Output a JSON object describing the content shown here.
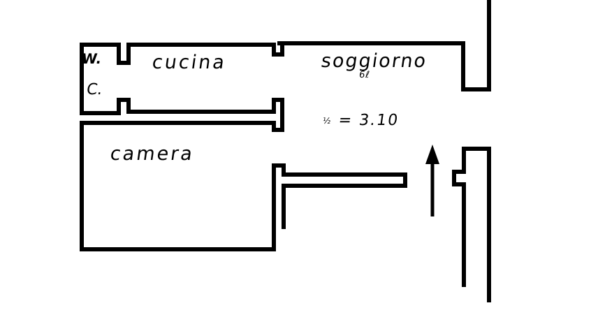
{
  "floorplan": {
    "rooms": [
      {
        "id": "cucina",
        "label": "cucina"
      },
      {
        "id": "soggiorno",
        "label": "soggiorno",
        "sublabel": "6ℓ"
      },
      {
        "id": "camera",
        "label": "camera"
      },
      {
        "id": "wc",
        "label_top": "W.",
        "label_bottom": "C."
      }
    ],
    "annotation": {
      "ratio_fraction": "½",
      "ratio_text": "= 3.10"
    },
    "entrance_arrow": {
      "direction": "up"
    },
    "colors": {
      "wall": "#000000",
      "background": "#ffffff"
    }
  }
}
